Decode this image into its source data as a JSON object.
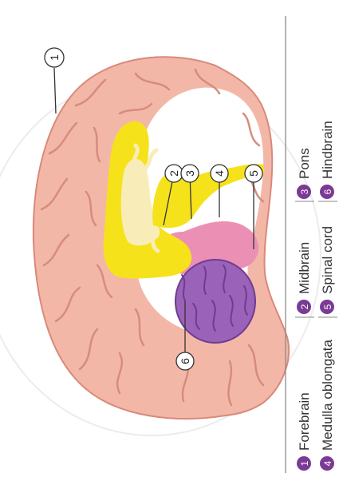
{
  "figure": {
    "colors": {
      "forebrain": "#f3b7a8",
      "forebrain_outline": "#d9897a",
      "forebrain_folds": "#d68c7c",
      "inner_white": "#ffffff",
      "yellow": "#f6e21a",
      "pale_yellow": "#f8edb8",
      "cerebellum": "#9a62b8",
      "cerebellum_dark": "#6f3c91",
      "pink": "#ec8fb4",
      "callout_line": "#333333",
      "badge": "#7b3b95",
      "badge_text": "#ffffff",
      "divider": "#8a8a8a"
    },
    "callouts": [
      {
        "number": "1",
        "part": "forebrain"
      },
      {
        "number": "2",
        "part": "midbrain"
      },
      {
        "number": "3",
        "part": "pons"
      },
      {
        "number": "4",
        "part": "medulla-oblongata"
      },
      {
        "number": "5",
        "part": "spinal-cord"
      },
      {
        "number": "6",
        "part": "hindbrain"
      }
    ],
    "legend": [
      {
        "number": "1",
        "label": "Forebrain"
      },
      {
        "number": "2",
        "label": "Midbrain"
      },
      {
        "number": "3",
        "label": "Pons"
      },
      {
        "number": "4",
        "label": "Medulla oblongata"
      },
      {
        "number": "5",
        "label": "Spinal cord"
      },
      {
        "number": "6",
        "label": "Hindbrain"
      }
    ]
  }
}
